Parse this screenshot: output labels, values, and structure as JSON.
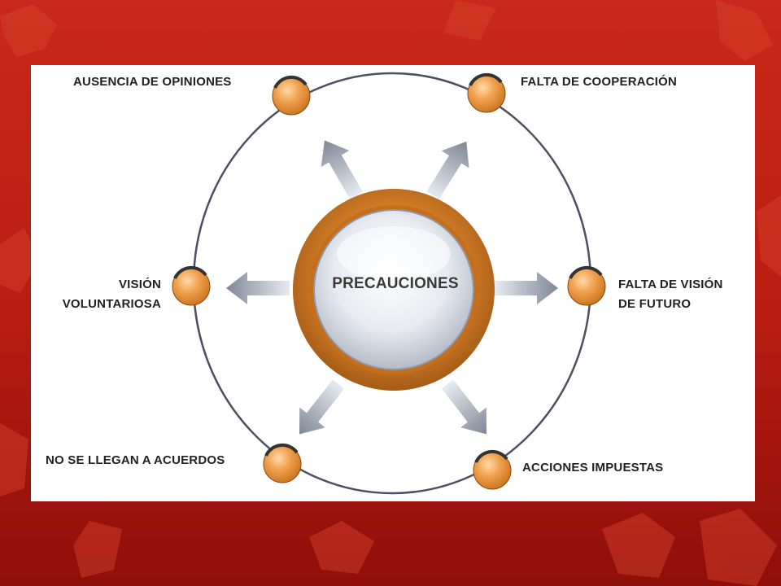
{
  "slide": {
    "background_color": "#c0231a",
    "accent_orange": "#e58a2c",
    "line_color": "#4a5064"
  },
  "diagram": {
    "center": "PRECAUCIONES",
    "nodes": {
      "top_left": "AUSENCIA DE OPINIONES",
      "top_right": "FALTA DE COOPERACIÓN",
      "mid_left_line1": "VISIÓN",
      "mid_left_line2": "VOLUNTARIOSA",
      "mid_right_line1": "FALTA DE VISIÓN",
      "mid_right_line2": "DE FUTURO",
      "bottom_left": "NO SE LLEGAN A ACUERDOS",
      "bottom_right": "ACCIONES IMPUESTAS"
    }
  }
}
